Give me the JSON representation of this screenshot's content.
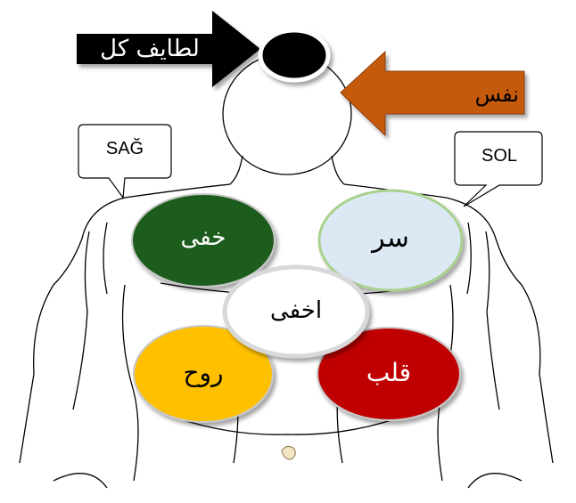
{
  "callouts": {
    "right_side": "SAĞ",
    "left_side": "SOL"
  },
  "arrows": {
    "lataif": {
      "label": "لطايف كل",
      "color": "#000000",
      "text_color": "#ffffff"
    },
    "nafs": {
      "label": "نفس",
      "color": "#c55a11",
      "text_color": "#000000"
    }
  },
  "centers": {
    "khafi": {
      "label": "خفى",
      "fill": "#1e5b1e",
      "text_color": "#ffffff"
    },
    "sirr": {
      "label": "سر",
      "fill": "#dce9f5",
      "stroke": "#a9d18e",
      "text_color": "#000000"
    },
    "akhfa": {
      "label": "اخفى",
      "fill": "#ffffff",
      "text_color": "#000000"
    },
    "ruh": {
      "label": "روح",
      "fill": "#ffc000",
      "text_color": "#000000"
    },
    "qalb": {
      "label": "قلب",
      "fill": "#c00000",
      "text_color": "#ffffff"
    }
  }
}
